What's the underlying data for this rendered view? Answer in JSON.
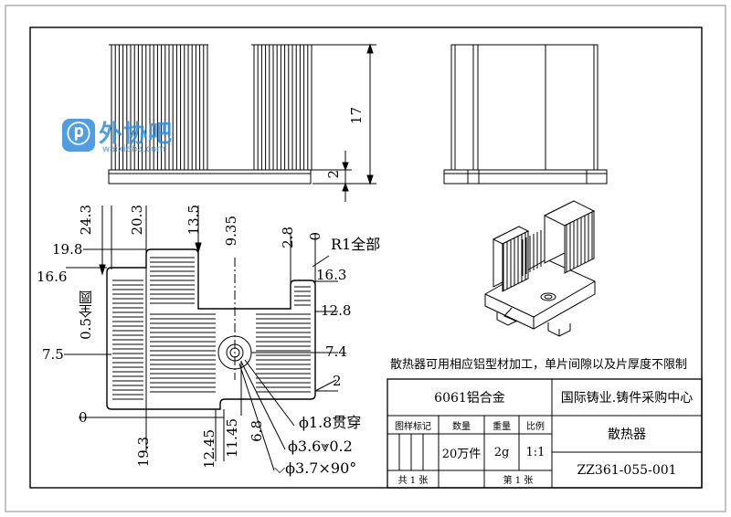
{
  "watermark": {
    "brand": "外协吧",
    "site": "waixieba.com"
  },
  "front_view": {
    "height_label": "17",
    "base_label": "2"
  },
  "plan_view": {
    "dims_top": [
      "24.3",
      "20.3",
      "13.5",
      "9.35",
      "2.8",
      "0"
    ],
    "dims_left": [
      "19.8",
      "16.6",
      "0.5全圆",
      "7.5",
      "0"
    ],
    "dims_right": [
      "16.3",
      "12.8",
      "7.4",
      "2"
    ],
    "dims_bottom": [
      "19.3",
      "12.45",
      "11.45",
      "6.8"
    ],
    "radius_note": "R1全部",
    "hole_notes": [
      "ϕ1.8贯穿",
      "ϕ3.6⩔0.2",
      "⌵ϕ3.7×90°"
    ]
  },
  "note": "散热器可用相应铝型材加工，单片间隙以及片厚度不限制",
  "title_block": {
    "material": "6061铝合金",
    "company": "国际铸业.铸件采购中心",
    "headers": [
      "图样标记",
      "数量",
      "重量",
      "比例"
    ],
    "quantity": "20万件",
    "weight": "2g",
    "scale": "1:1",
    "part_name": "散热器",
    "drawing_no": "ZZ361-055-001",
    "total_sheets": "共 1 张",
    "sheet": "第 1 张"
  }
}
